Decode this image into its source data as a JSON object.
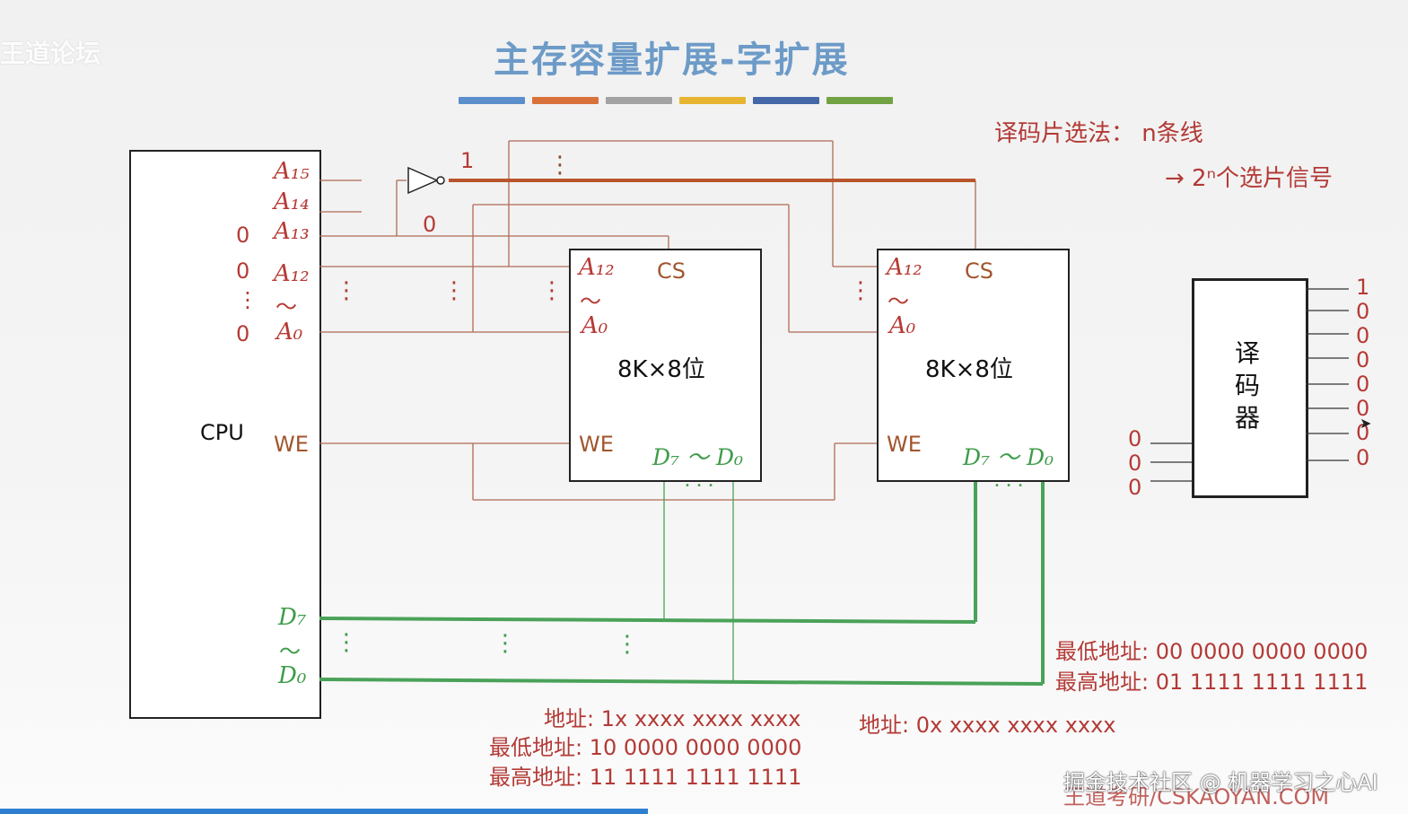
{
  "title": "主存容量扩展-字扩展",
  "watermark_top_left": "王道论坛",
  "watermark_bottom": "掘金技术社区 @ 机器学习之心AI",
  "watermark_bottom2": "王道考研/CSKAOYAN.COM",
  "color_bars": [
    "#5b8fcb",
    "#d9723a",
    "#a3a3a3",
    "#e8b532",
    "#4468a8",
    "#72a343"
  ],
  "cpu": {
    "label": "CPU",
    "pins": {
      "a15": "A₁₅",
      "a14": "A₁₄",
      "a13": "A₁₃",
      "a12": "A₁₂",
      "tilde": "～",
      "a0": "A₀",
      "we": "WE",
      "d7": "D₇",
      "tilde2": "～",
      "d0": "D₀"
    },
    "values": {
      "v13": "0",
      "v12": "0",
      "vdots": "⋮",
      "v0": "0"
    }
  },
  "inverter": {
    "out_label": "1",
    "in_label": "0"
  },
  "chip1": {
    "a12": "A₁₂",
    "tilde": "～",
    "a0": "A₀",
    "cs": "CS",
    "size": "8K×8位",
    "we": "WE",
    "data": "D₇ ～ D₀"
  },
  "chip2": {
    "a12": "A₁₂",
    "tilde": "～",
    "a0": "A₀",
    "cs": "CS",
    "size": "8K×8位",
    "we": "WE",
    "data": "D₇ ～ D₀"
  },
  "decoder_method": {
    "line1": "译码片选法： n条线",
    "line2": "→ 2ⁿ个选片信号"
  },
  "decoder": {
    "label": "译码器",
    "inputs": [
      "0",
      "0",
      "0"
    ],
    "outputs": [
      "1",
      "0",
      "0",
      "0",
      "0",
      "0",
      "0",
      "0"
    ]
  },
  "chip1_addr": {
    "addr": "地址: 1x xxxx xxxx xxxx",
    "low": "最低地址: 10 0000 0000 0000",
    "high": "最高地址: 11 1111 1111 1111"
  },
  "chip2_addr": {
    "addr": "地址: 0x xxxx xxxx xxxx",
    "low": "最低地址: 00 0000 0000 0000",
    "high": "最高地址: 01 1111 1111 1111"
  },
  "dots": "⋮",
  "hdots": "• • •"
}
